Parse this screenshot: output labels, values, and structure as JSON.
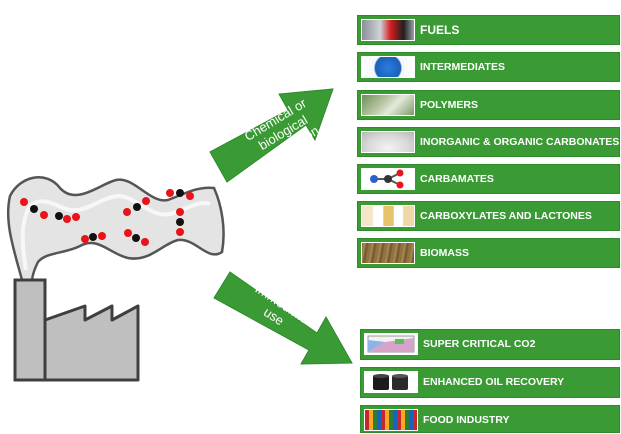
{
  "arrows": {
    "upper": [
      "Chemical or",
      "biological",
      "conversion"
    ],
    "lower": [
      "Immediate",
      "use"
    ]
  },
  "conversion_products": [
    {
      "label": "FUELS",
      "icon": "fuel-nozzle-icon"
    },
    {
      "label": "INTERMEDIATES",
      "icon": "chemical-container-icon"
    },
    {
      "label": "POLYMERS",
      "icon": "polymer-sheet-icon"
    },
    {
      "label": "INORGANIC & ORGANIC CARBONATES",
      "icon": "carbonate-powder-icon"
    },
    {
      "label": "CARBAMATES",
      "icon": "molecule-model-icon"
    },
    {
      "label": "CARBOXYLATES AND LACTONES",
      "icon": "chemical-bottles-icon"
    },
    {
      "label": "BIOMASS",
      "icon": "biomass-pellets-icon"
    }
  ],
  "immediate_uses": [
    {
      "label": "SUPER CRITICAL CO2",
      "icon": "phase-diagram-icon"
    },
    {
      "label": "ENHANCED OIL RECOVERY",
      "icon": "oil-barrels-icon"
    },
    {
      "label": "FOOD INDUSTRY",
      "icon": "beverage-shelf-icon"
    }
  ],
  "colors": {
    "green": "#3a9b35",
    "factory_gray": "#bfbfbf",
    "factory_outline": "#3f3f3f",
    "molecule_red": "#e8141b",
    "molecule_black": "#111111"
  }
}
